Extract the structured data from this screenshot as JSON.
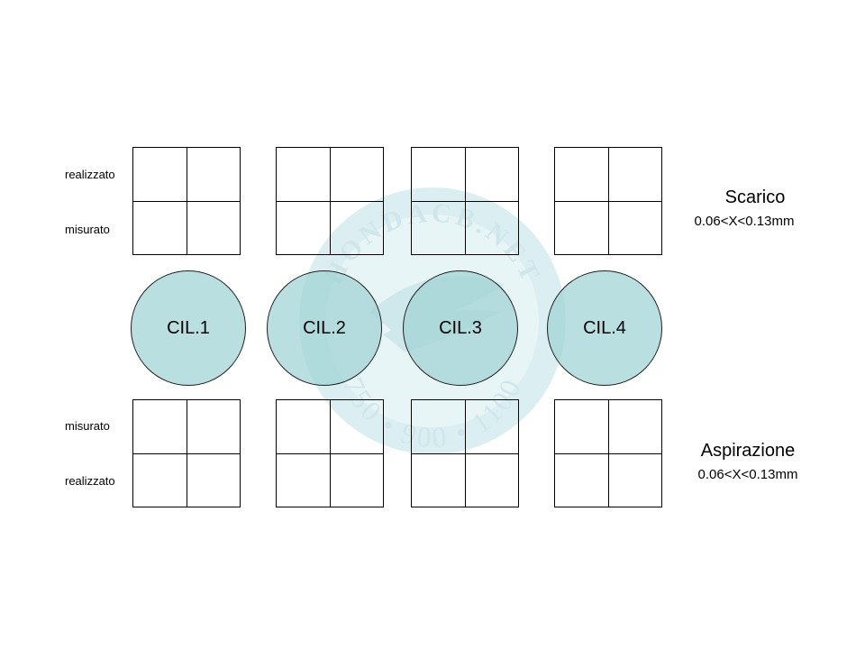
{
  "watermark": {
    "brand": "HONDACB.NET",
    "models": "750 • 900 • 1100",
    "color": "#c9e6ea"
  },
  "exhaust": {
    "title": "Scarico",
    "tolerance": "0.06<X<0.13mm",
    "row_labels": [
      "realizzato",
      "misurato"
    ]
  },
  "intake": {
    "title": "Aspirazione",
    "tolerance": "0.06<X<0.13mm",
    "row_labels": [
      "misurato",
      "realizzato"
    ]
  },
  "cylinders": [
    "CIL.1",
    "CIL.2",
    "CIL.3",
    "CIL.4"
  ],
  "colors": {
    "cylinder_fill": "#a8d6d8",
    "grid_line": "#000000"
  }
}
